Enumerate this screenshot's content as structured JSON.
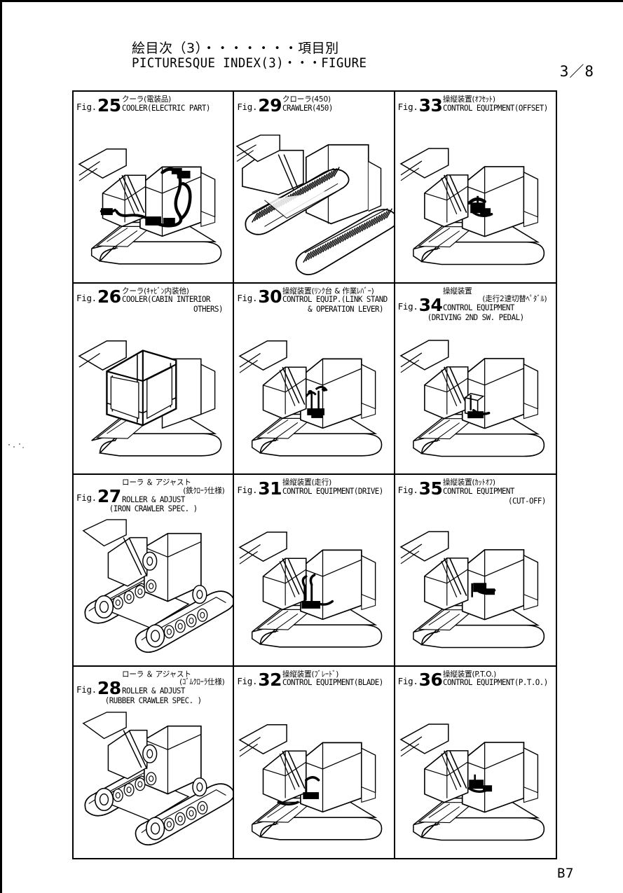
{
  "header": {
    "title_jp": "絵目次（3）・・・・・・・項目別",
    "title_en": "PICTURESQUE INDEX(3)・・・FIGURE",
    "page_number": "3／8"
  },
  "footer": {
    "code": "B7"
  },
  "figures": [
    {
      "fig_label": "Fig.",
      "number": "25",
      "jp": "クーラ(電装品)",
      "en": "COOLER(ELECTRIC PART)",
      "en_extra": "",
      "jp_extra": "",
      "art": "excavator-cooler-electric"
    },
    {
      "fig_label": "Fig.",
      "number": "29",
      "jp": "クローラ(450)",
      "en": "CRAWLER(450)",
      "en_extra": "",
      "jp_extra": "",
      "art": "excavator-steel-crawler"
    },
    {
      "fig_label": "Fig.",
      "number": "33",
      "jp": "操縦装置(ｵﾌｾｯﾄ)",
      "en": "CONTROL EQUIPMENT(OFFSET)",
      "en_extra": "",
      "jp_extra": "",
      "art": "excavator-control-offset"
    },
    {
      "fig_label": "Fig.",
      "number": "26",
      "jp": "クーラ(ｷｬﾋﾞﾝ内装他)",
      "en": "COOLER(CABIN INTERIOR",
      "en_extra": "OTHERS)",
      "jp_extra": "",
      "art": "excavator-cabin"
    },
    {
      "fig_label": "Fig.",
      "number": "30",
      "jp": "操縦装置(ﾘﾝｸ台 & 作業ﾚﾊﾞｰ)",
      "en": "CONTROL EQUIP.(LINK STAND",
      "en_extra": "& OPERATION LEVER)",
      "jp_extra": "",
      "art": "excavator-link-stand"
    },
    {
      "fig_label": "Fig.",
      "number": "34",
      "jp": "操縦装置",
      "jp_extra": "(走行2速切替ﾍﾟﾀﾞﾙ)",
      "en": "CONTROL EQUIPMENT",
      "en_extra": "(DRIVING 2ND SW. PEDAL)",
      "art": "excavator-2nd-sw-pedal"
    },
    {
      "fig_label": "Fig.",
      "number": "27",
      "jp": "ローラ ＆ アジャスト",
      "jp_extra": "(鉄ｸﾛｰﾗ仕様)",
      "en": "ROLLER & ADJUST",
      "en_extra": "(IRON CRAWLER SPEC. )",
      "art": "roller-adjust-iron"
    },
    {
      "fig_label": "Fig.",
      "number": "31",
      "jp": "操縦装置(走行)",
      "en": "CONTROL EQUIPMENT(DRIVE)",
      "en_extra": "",
      "jp_extra": "",
      "art": "excavator-control-drive"
    },
    {
      "fig_label": "Fig.",
      "number": "35",
      "jp": "操縦装置(ｶｯﾄｵﾌ)",
      "en": "CONTROL EQUIPMENT",
      "en_extra": "(CUT-OFF)",
      "jp_extra": "",
      "art": "excavator-cut-off"
    },
    {
      "fig_label": "Fig.",
      "number": "28",
      "jp": "ローラ ＆ アジャスト",
      "jp_extra": "(ｺﾞﾑｸﾛｰﾗ仕様)",
      "en": "ROLLER & ADJUST",
      "en_extra": "(RUBBER CRAWLER SPEC. )",
      "art": "roller-adjust-rubber"
    },
    {
      "fig_label": "Fig.",
      "number": "32",
      "jp": "操縦装置(ﾌﾞﾚｰﾄﾞ)",
      "en": "CONTROL EQUIPMENT(BLADE)",
      "en_extra": "",
      "jp_extra": "",
      "art": "excavator-control-blade"
    },
    {
      "fig_label": "Fig.",
      "number": "36",
      "jp": "操縦装置(P.T.O.)",
      "en": "CONTROL EQUIPMENT(P.T.O.)",
      "en_extra": "",
      "jp_extra": "",
      "art": "excavator-control-pto"
    }
  ]
}
